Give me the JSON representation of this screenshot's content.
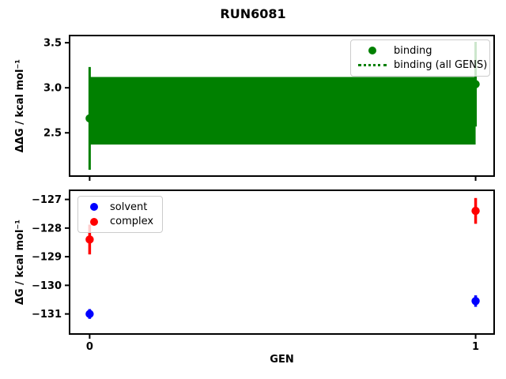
{
  "figure": {
    "title": "RUN6081"
  },
  "colors": {
    "binding": "#008000",
    "solvent": "#0000ff",
    "complex": "#ff0000",
    "axis": "#000000",
    "legend_border": "#cccccc"
  },
  "chart_data": [
    {
      "type": "scatter",
      "title": "",
      "xlabel": "",
      "ylabel": "ΔΔG / kcal mol⁻¹",
      "x": [
        0,
        1
      ],
      "series": [
        {
          "name": "binding",
          "color": "#008000",
          "marker": "o",
          "y": [
            2.66,
            3.04
          ],
          "yerr": [
            0.57,
            0.47
          ]
        },
        {
          "name": "binding (all GENS)",
          "color": "#008000",
          "style": "dotted",
          "mean": 2.75,
          "band_lo": 2.37,
          "band_hi": 3.12,
          "band_x": [
            0,
            1
          ]
        }
      ],
      "ylim": [
        2.02,
        3.58
      ],
      "xlim": [
        -0.052,
        1.048
      ],
      "yticks": [
        3.5,
        3.0,
        2.5
      ],
      "ytick_labels": [
        "3.5",
        "3.0",
        "2.5"
      ],
      "xticks": [
        0,
        1
      ],
      "xtick_labels": [
        "",
        ""
      ],
      "legend_position": "upper right",
      "grid": false
    },
    {
      "type": "scatter",
      "title": "",
      "xlabel": "GEN",
      "ylabel": "ΔG / kcal mol⁻¹",
      "x": [
        0,
        1
      ],
      "series": [
        {
          "name": "solvent",
          "color": "#0000ff",
          "marker": "o",
          "y": [
            -131.0,
            -130.55
          ],
          "yerr": [
            0.17,
            0.2
          ]
        },
        {
          "name": "complex",
          "color": "#ff0000",
          "marker": "o",
          "y": [
            -128.4,
            -127.4
          ],
          "yerr": [
            0.52,
            0.45
          ]
        }
      ],
      "ylim": [
        -131.7,
        -126.68
      ],
      "xlim": [
        -0.052,
        1.048
      ],
      "yticks": [
        -127,
        -128,
        -129,
        -130,
        -131
      ],
      "ytick_labels": [
        "−127",
        "−128",
        "−129",
        "−130",
        "−131"
      ],
      "xticks": [
        0,
        1
      ],
      "xtick_labels": [
        "0",
        "1"
      ],
      "legend_position": "upper left",
      "grid": false
    }
  ]
}
